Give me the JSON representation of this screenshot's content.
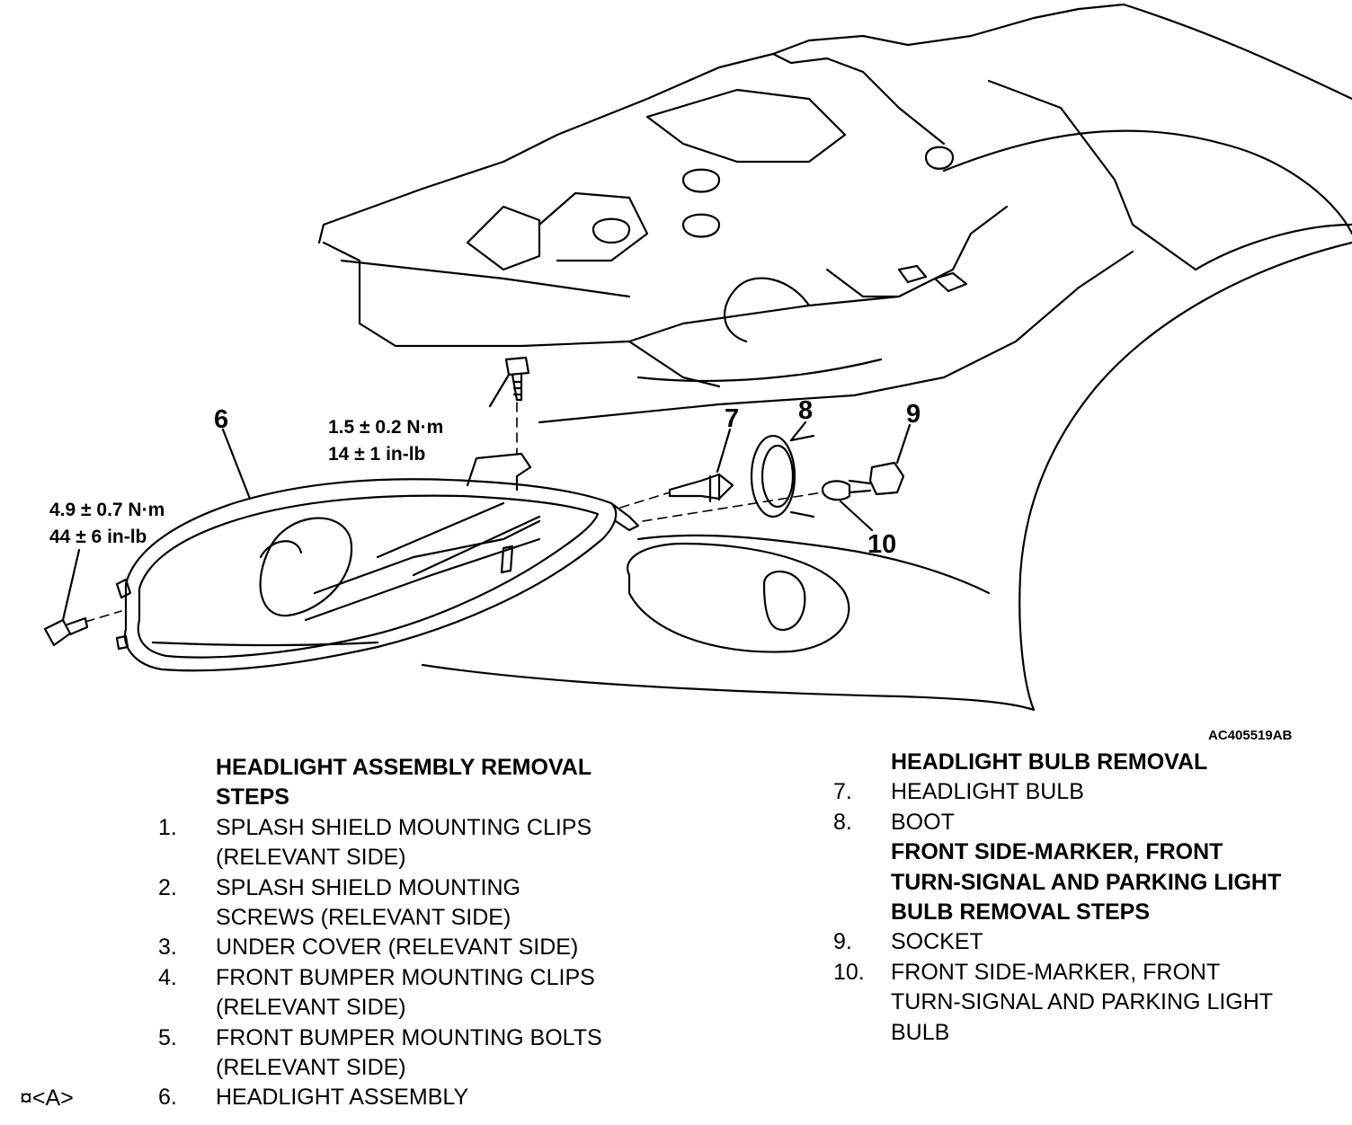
{
  "callouts": {
    "c6": "6",
    "c7": "7",
    "c8": "8",
    "c9": "9",
    "c10": "10"
  },
  "torque_specs": {
    "upper_bolt": {
      "metric": "1.5 ± 0.2 N·m",
      "imperial": "14 ± 1 in-lb"
    },
    "side_bolt": {
      "metric": "4.9 ± 0.7 N·m",
      "imperial": "44 ± 6 in-lb"
    }
  },
  "figure_id": "AC405519AB",
  "left_column": {
    "heading_line1": "HEADLIGHT ASSEMBLY REMOVAL",
    "heading_line2": "STEPS",
    "steps": [
      {
        "num": "1.",
        "line1": "SPLASH SHIELD MOUNTING CLIPS",
        "line2": "(RELEVANT SIDE)"
      },
      {
        "num": "2.",
        "line1": "SPLASH SHIELD MOUNTING",
        "line2": "SCREWS (RELEVANT SIDE)"
      },
      {
        "num": "3.",
        "line1": "UNDER COVER (RELEVANT SIDE)",
        "line2": ""
      },
      {
        "num": "4.",
        "line1": "FRONT BUMPER MOUNTING CLIPS",
        "line2": "(RELEVANT SIDE)"
      },
      {
        "num": "5.",
        "line1": "FRONT BUMPER MOUNTING BOLTS",
        "line2": "(RELEVANT SIDE)"
      },
      {
        "num": "6.",
        "line1": "HEADLIGHT ASSEMBLY",
        "line2": ""
      }
    ],
    "service_mark": "¤<A>"
  },
  "right_column": {
    "heading": "HEADLIGHT BULB REMOVAL",
    "steps_a": [
      {
        "num": "7.",
        "line1": "HEADLIGHT BULB"
      },
      {
        "num": "8.",
        "line1": "BOOT"
      }
    ],
    "heading2_line1": "FRONT SIDE-MARKER, FRONT",
    "heading2_line2": "TURN-SIGNAL AND PARKING LIGHT",
    "heading2_line3": "BULB REMOVAL STEPS",
    "step9": {
      "num": "9.",
      "line1": "SOCKET"
    },
    "step10": {
      "num": "10.",
      "line1": "FRONT SIDE-MARKER, FRONT",
      "line2": "TURN-SIGNAL AND PARKING LIGHT",
      "line3": "BULB"
    }
  }
}
